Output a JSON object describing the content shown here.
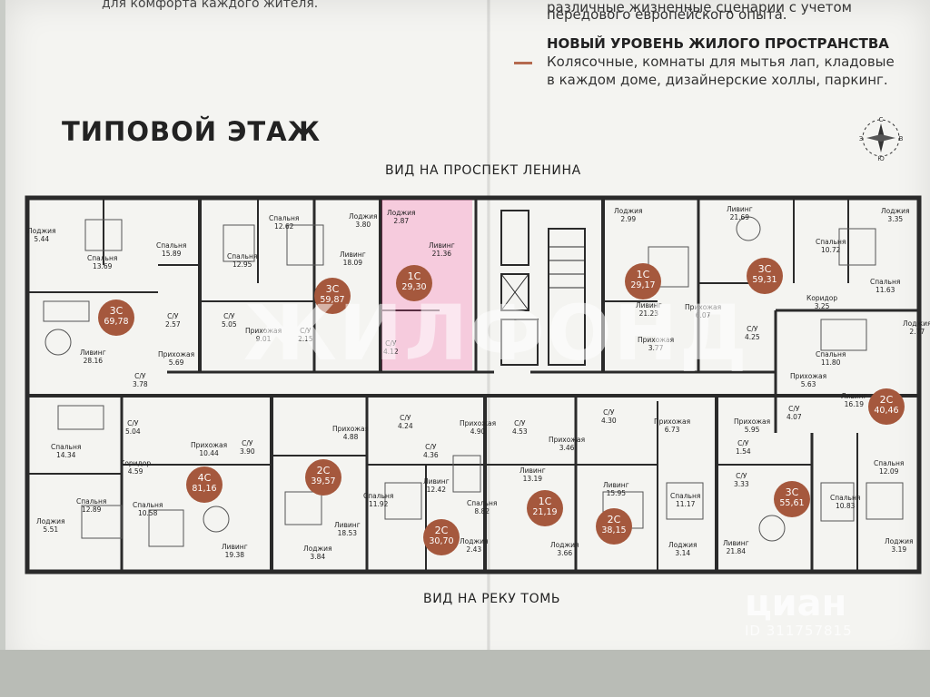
{
  "top_left_text": "для комфорта каждого жителя.",
  "bullets": {
    "line1": "различные жизненные сценарии с учетом",
    "line2": "передового европейского опыта.",
    "heading": "НОВЫЙ УРОВЕНЬ ЖИЛОГО ПРОСТРАНСТВА",
    "body1": "Колясочные, комнаты для мытья лап, кладовые",
    "body2": "в каждом доме, дизайнерские холлы, паркинг."
  },
  "title": "ТИПОВОЙ ЭТАЖ",
  "view_top": "ВИД НА ПРОСПЕКТ ЛЕНИНА",
  "view_bottom": "ВИД НА РЕКУ ТОМЬ",
  "compass": {
    "n": "С",
    "e": "В",
    "w": "З",
    "s": "Ю"
  },
  "watermark_center": "ЖИЛФОНД",
  "watermark_cian": {
    "logo": "циан",
    "id": "ID 311757815"
  },
  "colors": {
    "badge": "#a5583d",
    "accent_dash": "#b56a4f",
    "highlight": "#ff3c96"
  },
  "apartments": [
    {
      "type": "3С",
      "area": "69,78"
    },
    {
      "type": "3С",
      "area": "59,87"
    },
    {
      "type": "1С",
      "area": "29,30"
    },
    {
      "type": "1С",
      "area": "29,17"
    },
    {
      "type": "3С",
      "area": "59,31"
    },
    {
      "type": "2С",
      "area": "40,46"
    },
    {
      "type": "4С",
      "area": "81,16"
    },
    {
      "type": "2С",
      "area": "39,57"
    },
    {
      "type": "2С",
      "area": "30,70"
    },
    {
      "type": "1С",
      "area": "21,19"
    },
    {
      "type": "2С",
      "area": "38,15"
    },
    {
      "type": "3С",
      "area": "55,61"
    }
  ],
  "rooms": [
    {
      "name": "Лоджия",
      "area": "5.44"
    },
    {
      "name": "Спальня",
      "area": "13.69"
    },
    {
      "name": "Спальня",
      "area": "15.89"
    },
    {
      "name": "Спальня",
      "area": "12.95"
    },
    {
      "name": "Спальня",
      "area": "12.62"
    },
    {
      "name": "Лоджия",
      "area": "3.80"
    },
    {
      "name": "Ливинг",
      "area": "18.09"
    },
    {
      "name": "Лоджия",
      "area": "2.87"
    },
    {
      "name": "Ливинг",
      "area": "21.36"
    },
    {
      "name": "Лоджия",
      "area": "2.99"
    },
    {
      "name": "Ливинг",
      "area": "21.69"
    },
    {
      "name": "Лоджия",
      "area": "3.35"
    },
    {
      "name": "Спальня",
      "area": "10.72"
    },
    {
      "name": "Спальня",
      "area": "11.63"
    },
    {
      "name": "Коридор",
      "area": "3.25"
    },
    {
      "name": "С/У",
      "area": "2.57"
    },
    {
      "name": "С/У",
      "area": "5.05"
    },
    {
      "name": "Прихожая",
      "area": "9.01"
    },
    {
      "name": "С/У",
      "area": "2.15"
    },
    {
      "name": "Ливинг",
      "area": "21.23"
    },
    {
      "name": "Прихожая",
      "area": "6.07"
    },
    {
      "name": "С/У",
      "area": "4.12"
    },
    {
      "name": "Прихожая",
      "area": "3.77"
    },
    {
      "name": "С/У",
      "area": "4.25"
    },
    {
      "name": "Спальня",
      "area": "11.80"
    },
    {
      "name": "Лоджия",
      "area": "2.77"
    },
    {
      "name": "Ливинг",
      "area": "28.16"
    },
    {
      "name": "Прихожая",
      "area": "5.69"
    },
    {
      "name": "С/У",
      "area": "3.78"
    },
    {
      "name": "Прихожая",
      "area": "5.63"
    },
    {
      "name": "Ливинг",
      "area": "16.19"
    },
    {
      "name": "С/У",
      "area": "4.07"
    },
    {
      "name": "С/У",
      "area": "5.04"
    },
    {
      "name": "Спальня",
      "area": "14.34"
    },
    {
      "name": "Коридор",
      "area": "4.59"
    },
    {
      "name": "Прихожая",
      "area": "10.44"
    },
    {
      "name": "С/У",
      "area": "3.90"
    },
    {
      "name": "Прихожая",
      "area": "4.88"
    },
    {
      "name": "С/У",
      "area": "4.24"
    },
    {
      "name": "С/У",
      "area": "4.36"
    },
    {
      "name": "Прихожая",
      "area": "4.90"
    },
    {
      "name": "С/У",
      "area": "4.53"
    },
    {
      "name": "Прихожая",
      "area": "3.46"
    },
    {
      "name": "С/У",
      "area": "4.30"
    },
    {
      "name": "Прихожая",
      "area": "6.73"
    },
    {
      "name": "Прихожая",
      "area": "5.95"
    },
    {
      "name": "С/У",
      "area": "1.54"
    },
    {
      "name": "С/У",
      "area": "3.33"
    },
    {
      "name": "Спальня",
      "area": "12.09"
    },
    {
      "name": "Лоджия",
      "area": "5.51"
    },
    {
      "name": "Спальня",
      "area": "12.89"
    },
    {
      "name": "Спальня",
      "area": "10.58"
    },
    {
      "name": "Ливинг",
      "area": "19.38"
    },
    {
      "name": "Лоджия",
      "area": "3.84"
    },
    {
      "name": "Ливинг",
      "area": "18.53"
    },
    {
      "name": "Спальня",
      "area": "11.92"
    },
    {
      "name": "Ливинг",
      "area": "12.42"
    },
    {
      "name": "Спальня",
      "area": "8.82"
    },
    {
      "name": "Лоджия",
      "area": "2.43"
    },
    {
      "name": "Ливинг",
      "area": "13.19"
    },
    {
      "name": "Лоджия",
      "area": "3.66"
    },
    {
      "name": "Ливинг",
      "area": "15.95"
    },
    {
      "name": "Спальня",
      "area": "11.17"
    },
    {
      "name": "Лоджия",
      "area": "3.14"
    },
    {
      "name": "Ливинг",
      "area": "21.84"
    },
    {
      "name": "Спальня",
      "area": "10.83"
    },
    {
      "name": "Лоджия",
      "area": "3.19"
    }
  ]
}
